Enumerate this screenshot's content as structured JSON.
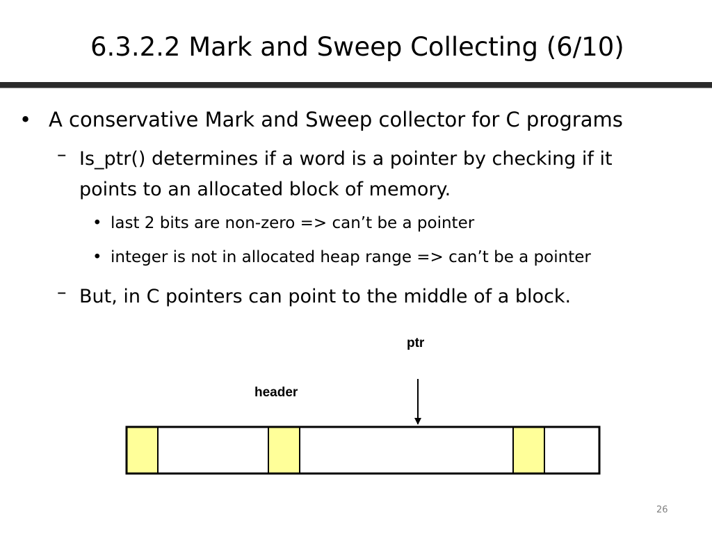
{
  "slide": {
    "title": "6.3.2.2 Mark and Sweep Collecting (6/10)",
    "bullet_marker": "•",
    "dash_marker": "–",
    "bullet1": "A conservative Mark and Sweep collector for C programs",
    "sub1_line1": "Is_ptr() determines if a word is a pointer by checking if it",
    "sub1_line2": "points to an allocated block of memory.",
    "subsub1": "last 2 bits are non-zero => can’t be a pointer",
    "subsub2": "integer is not in allocated heap range => can’t be a pointer",
    "sub2": "But, in C pointers can point to the middle of a block.",
    "page_number": "26"
  },
  "diagram": {
    "ptr_label": "ptr",
    "header_label": "header",
    "header_color": "#ffff99"
  }
}
